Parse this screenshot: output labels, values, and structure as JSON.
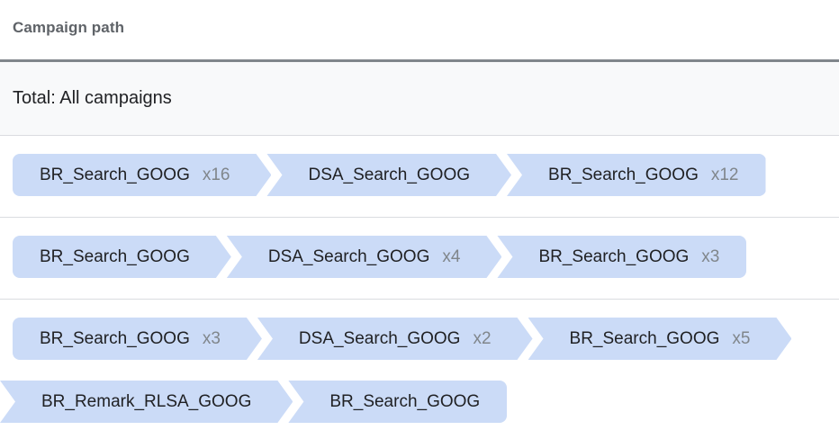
{
  "header": {
    "title": "Campaign path"
  },
  "total": {
    "label": "Total: All campaigns"
  },
  "colors": {
    "chip_bg": "#cbdbf7",
    "chip_text": "#202124",
    "count_text": "#80868b",
    "header_text": "#5f6368",
    "divider_dark": "#80868b",
    "divider_light": "#dadce0",
    "total_bg": "#f8f9fa"
  },
  "paths": [
    {
      "lines": [
        [
          {
            "name": "BR_Search_GOOG",
            "count": "x16"
          },
          {
            "name": "DSA_Search_GOOG",
            "count": ""
          },
          {
            "name": "BR_Search_GOOG",
            "count": "x12"
          }
        ]
      ]
    },
    {
      "lines": [
        [
          {
            "name": "BR_Search_GOOG",
            "count": ""
          },
          {
            "name": "DSA_Search_GOOG",
            "count": "x4"
          },
          {
            "name": "BR_Search_GOOG",
            "count": "x3"
          }
        ]
      ]
    },
    {
      "lines": [
        [
          {
            "name": "BR_Search_GOOG",
            "count": "x3"
          },
          {
            "name": "DSA_Search_GOOG",
            "count": "x2"
          },
          {
            "name": "BR_Search_GOOG",
            "count": "x5"
          }
        ],
        [
          {
            "name": "BR_Remark_RLSA_GOOG",
            "count": ""
          },
          {
            "name": "BR_Search_GOOG",
            "count": ""
          }
        ]
      ]
    }
  ]
}
